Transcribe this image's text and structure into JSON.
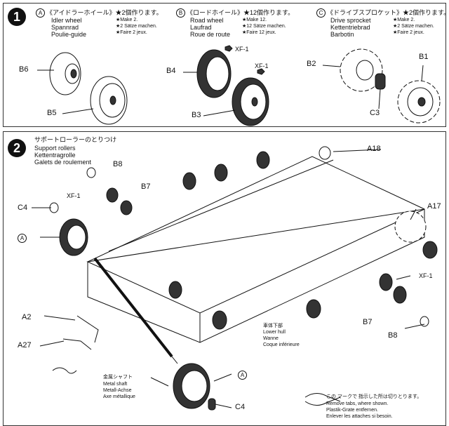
{
  "step1": {
    "number": "1",
    "a": {
      "marker": "A",
      "jp": "《アイドラーホイール》★2個作ります。",
      "en": "Idler wheel",
      "de": "Spannrad",
      "fr": "Poulie-guide",
      "make_en": "★Make 2.",
      "make_de": "★2 Sätze machen.",
      "make_fr": "★Faire 2 jeux."
    },
    "b": {
      "marker": "B",
      "jp": "《ロードホイール》★12個作ります。",
      "en": "Road wheel",
      "de": "Laufrad",
      "fr": "Roue de route",
      "make_en": "★Make 12.",
      "make_de": "★12 Sätze machen.",
      "make_fr": "★Faire 12 jeux."
    },
    "c": {
      "marker": "C",
      "jp": "《ドライブスプロケット》★2個作ります。",
      "en": "Drive sprocket",
      "de": "Kettentriebrad",
      "fr": "Barbotin",
      "make_en": "★Make 2.",
      "make_de": "★2 Sätze machen.",
      "make_fr": "★Faire 2 jeux."
    },
    "labels": {
      "b6": "B6",
      "b5": "B5",
      "b4": "B4",
      "b3": "B3",
      "xf1a": "XF-1",
      "xf1b": "XF-1",
      "b2": "B2",
      "b1": "B1",
      "c3": "C3"
    }
  },
  "step2": {
    "number": "2",
    "jp": "サポートローラーのとりつけ",
    "en": "Support rollers",
    "de": "Kettentragrolle",
    "fr": "Galets de roulement",
    "labels": {
      "b8": "B8",
      "xf1": "XF-1",
      "b7": "B7",
      "c4": "C4",
      "a": "A",
      "a18": "A18",
      "a17": "A17",
      "xf1r": "XF-1",
      "b7r": "B7",
      "b8r": "B8",
      "a2": "A2",
      "a27": "A27",
      "a_bot": "A",
      "c4_bot": "C4"
    },
    "hull": {
      "jp": "車体下部",
      "en": "Lower hull",
      "de": "Wanne",
      "fr": "Coque inférieure"
    },
    "shaft": {
      "jp": "金属シャフト",
      "en": "Metal shaft",
      "de": "Metall-Achse",
      "fr": "Axe métallique"
    },
    "note": {
      "jp": "この マークで 指示した所は切りとります。",
      "en": "Remove tabs, where shown.",
      "de": "Plastik-Grate entfernen.",
      "fr": "Enlever les attaches si besoin."
    }
  }
}
